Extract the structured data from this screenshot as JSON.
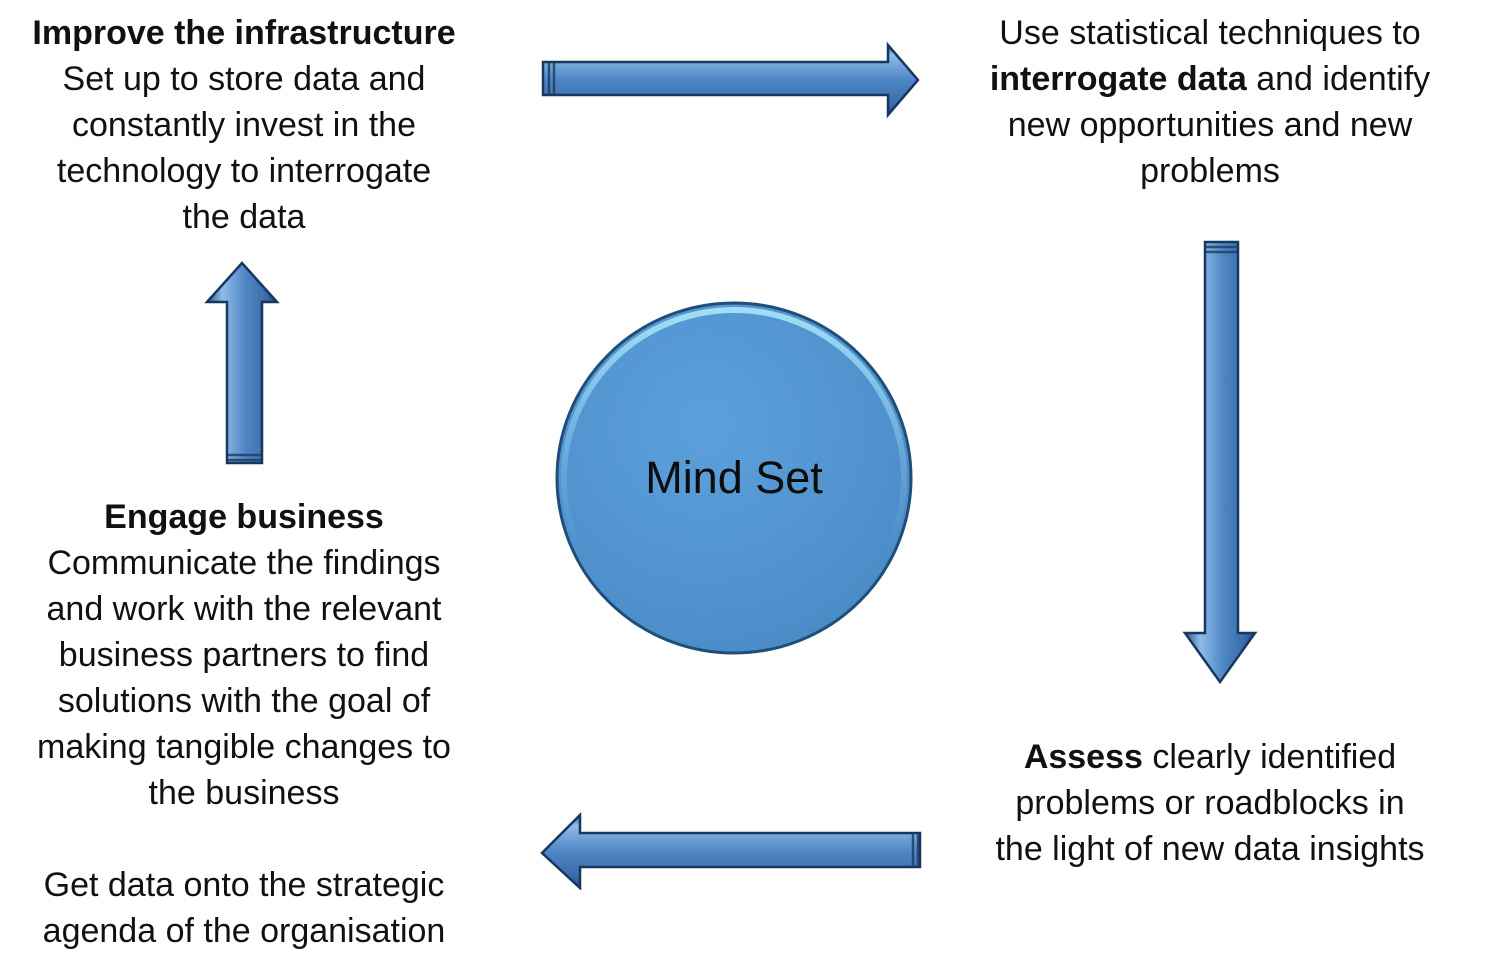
{
  "center": {
    "label": "Mind Set"
  },
  "blocks": {
    "improve": {
      "heading": "Improve the infrastructure",
      "lines": [
        "Set up to store data and",
        "constantly invest in the",
        "technology to interrogate",
        "the data"
      ]
    },
    "interrogate": {
      "lines": [
        [
          {
            "t": "Use statistical techniques to"
          }
        ],
        [
          {
            "t": "interrogate data",
            "b": true
          },
          {
            "t": " and identify"
          }
        ],
        [
          {
            "t": "new opportunities and new"
          }
        ],
        [
          {
            "t": "problems"
          }
        ]
      ]
    },
    "assess": {
      "lines": [
        [
          {
            "t": "Assess",
            "b": true
          },
          {
            "t": " clearly identified"
          }
        ],
        [
          {
            "t": "problems or roadblocks in"
          }
        ],
        [
          {
            "t": "the light of new data insights"
          }
        ]
      ]
    },
    "engage": {
      "heading": "Engage business",
      "lines": [
        "Communicate the findings",
        "and work with the relevant",
        "business partners to find",
        "solutions with the goal of",
        "making tangible changes to",
        "the business"
      ],
      "footer_lines": [
        "Get data onto the strategic",
        "agenda of the organisation"
      ]
    }
  },
  "icons": {
    "top": "arrow-right-icon",
    "right": "arrow-down-icon",
    "bottom": "arrow-left-icon",
    "left": "arrow-up-icon",
    "center": "mindset-circle"
  },
  "colors": {
    "background": "#FFFFFF",
    "text": "#111111",
    "arrow_fill": "#4E86C6",
    "arrow_highlight": "#8FBCE8",
    "arrow_shadow": "#2C5585",
    "arrow_border": "#17375E",
    "circle_fill": "#4E8FCB",
    "circle_border": "#1F4E79",
    "circle_highlight": "#A5E2F7"
  }
}
